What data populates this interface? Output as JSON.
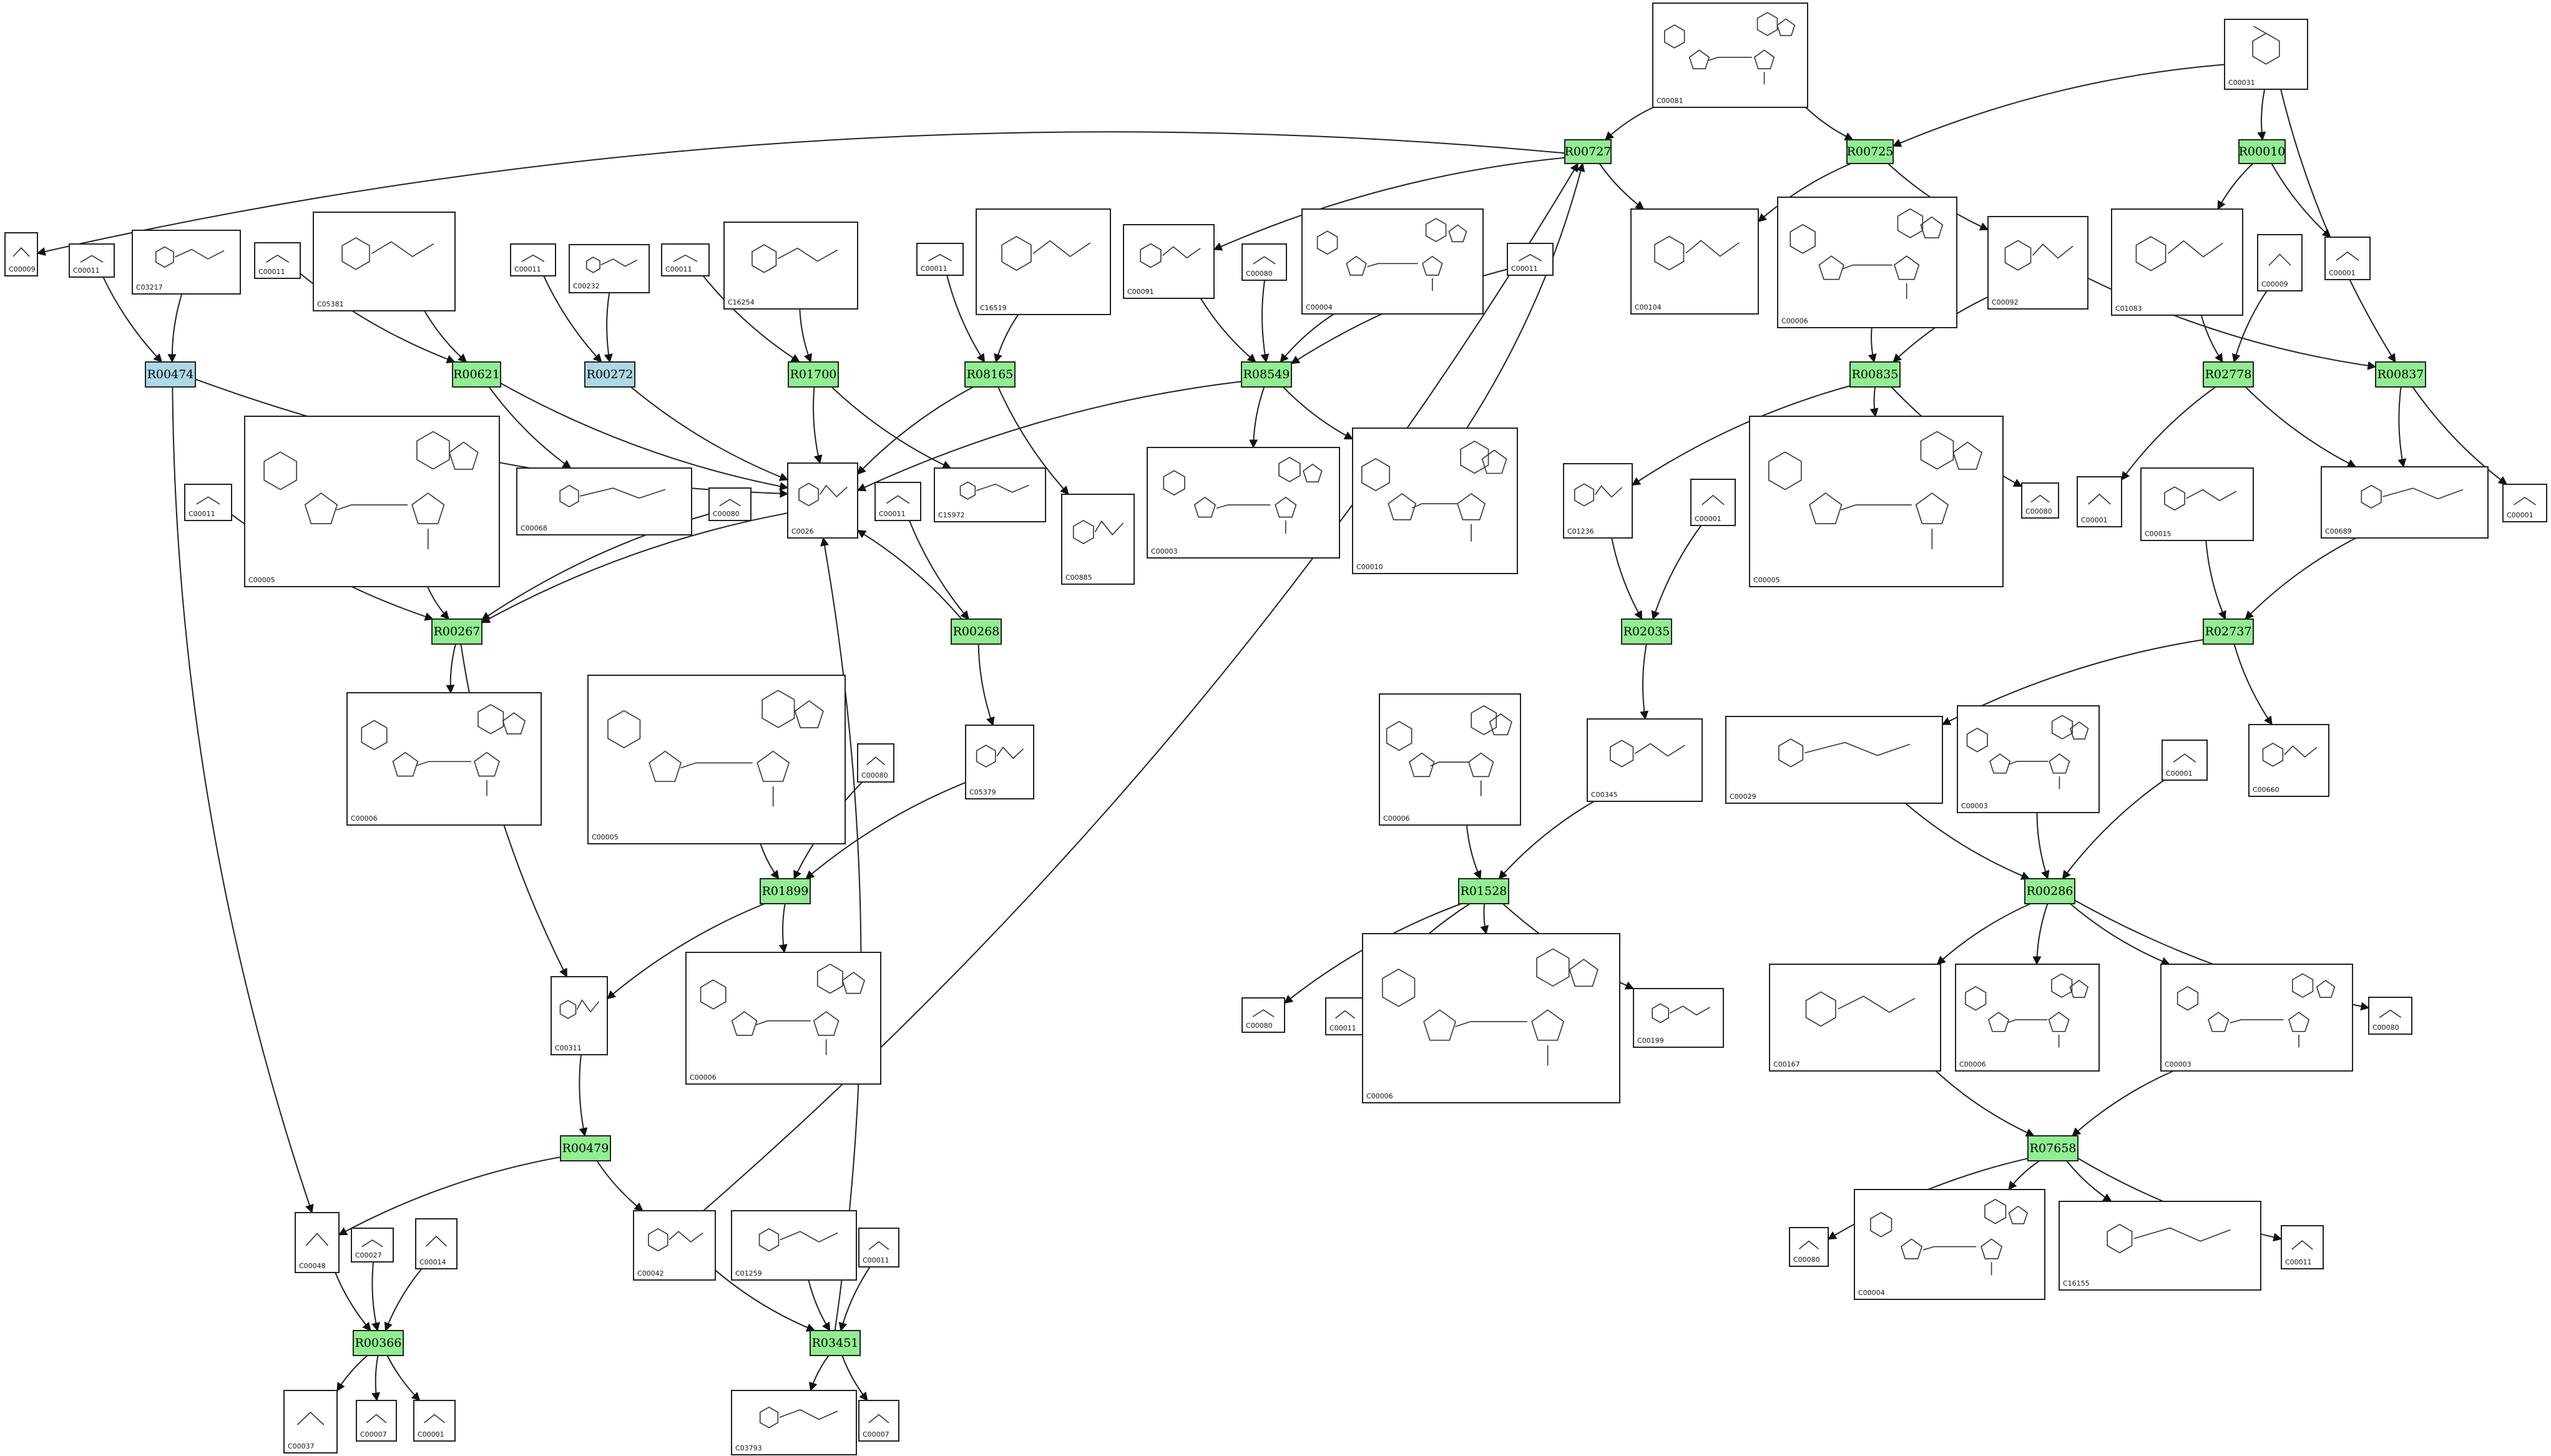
{
  "colors": {
    "reaction_green": "#90ee90",
    "reaction_blue": "#add8e6",
    "edge": "#222222"
  },
  "compounds": [
    {
      "id": "c00081",
      "label": "C00081"
    },
    {
      "id": "c00031",
      "label": "C00031"
    },
    {
      "id": "c00009a",
      "label": "C00009"
    },
    {
      "id": "c00011a",
      "label": "C00011"
    },
    {
      "id": "c03217",
      "label": "C03217"
    },
    {
      "id": "c00011b",
      "label": "C00011"
    },
    {
      "id": "c05381",
      "label": "C05381"
    },
    {
      "id": "c00011c",
      "label": "C00011"
    },
    {
      "id": "c00232",
      "label": "C00232"
    },
    {
      "id": "c00011d",
      "label": "C00011"
    },
    {
      "id": "c16254",
      "label": "C16254"
    },
    {
      "id": "c00011e",
      "label": "C00011"
    },
    {
      "id": "c16519",
      "label": "C16519"
    },
    {
      "id": "c00091",
      "label": "C00091"
    },
    {
      "id": "c00080a",
      "label": "C00080"
    },
    {
      "id": "c00004a",
      "label": "C00004"
    },
    {
      "id": "c00011f",
      "label": "C00011"
    },
    {
      "id": "c00104",
      "label": "C00104"
    },
    {
      "id": "c00006a",
      "label": "C00006"
    },
    {
      "id": "c00092",
      "label": "C00092"
    },
    {
      "id": "c01083",
      "label": "C01083"
    },
    {
      "id": "c00009b",
      "label": "C00009"
    },
    {
      "id": "c00001a",
      "label": "C00001"
    },
    {
      "id": "c00005a",
      "label": "C00005"
    },
    {
      "id": "c00068",
      "label": "C00068"
    },
    {
      "id": "c00080b",
      "label": "C00080"
    },
    {
      "id": "c0026",
      "label": "C0026"
    },
    {
      "id": "c00011g",
      "label": "C00011"
    },
    {
      "id": "c15972",
      "label": "C15972"
    },
    {
      "id": "c00885",
      "label": "C00885"
    },
    {
      "id": "c00003a",
      "label": "C00003"
    },
    {
      "id": "c00010",
      "label": "C00010"
    },
    {
      "id": "c01236",
      "label": "C01236"
    },
    {
      "id": "c00001b",
      "label": "C00001"
    },
    {
      "id": "c00005b",
      "label": "C00005"
    },
    {
      "id": "c00080c",
      "label": "C00080"
    },
    {
      "id": "c00001c",
      "label": "C00001"
    },
    {
      "id": "c00015",
      "label": "C00015"
    },
    {
      "id": "c00689",
      "label": "C00689"
    },
    {
      "id": "c00001d",
      "label": "C00001"
    },
    {
      "id": "c00011h",
      "label": "C00011"
    },
    {
      "id": "c00006b",
      "label": "C00006"
    },
    {
      "id": "c00005c",
      "label": "C00005"
    },
    {
      "id": "c00080d",
      "label": "C00080"
    },
    {
      "id": "c05379",
      "label": "C05379"
    },
    {
      "id": "c00006c",
      "label": "C00006"
    },
    {
      "id": "c00345",
      "label": "C00345"
    },
    {
      "id": "c00029",
      "label": "C00029"
    },
    {
      "id": "c00003b",
      "label": "C00003"
    },
    {
      "id": "c00001e",
      "label": "C00001"
    },
    {
      "id": "c00660",
      "label": "C00660"
    },
    {
      "id": "c00006d",
      "label": "C00006"
    },
    {
      "id": "c00311",
      "label": "C00311"
    },
    {
      "id": "c00080e",
      "label": "C00080"
    },
    {
      "id": "c00011i",
      "label": "C00011"
    },
    {
      "id": "c00006e",
      "label": "C00006"
    },
    {
      "id": "c00199",
      "label": "C00199"
    },
    {
      "id": "c00167",
      "label": "C00167"
    },
    {
      "id": "c00006f",
      "label": "C00006"
    },
    {
      "id": "c00003c",
      "label": "C00003"
    },
    {
      "id": "c00080f",
      "label": "C00080"
    },
    {
      "id": "c00048",
      "label": "C00048"
    },
    {
      "id": "c00027",
      "label": "C00027"
    },
    {
      "id": "c00014",
      "label": "C00014"
    },
    {
      "id": "c00042",
      "label": "C00042"
    },
    {
      "id": "c01259",
      "label": "C01259"
    },
    {
      "id": "c00011j",
      "label": "C00011"
    },
    {
      "id": "c00080g",
      "label": "C00080"
    },
    {
      "id": "c00004b",
      "label": "C00004"
    },
    {
      "id": "c16155",
      "label": "C16155"
    },
    {
      "id": "c00011k",
      "label": "C00011"
    },
    {
      "id": "c00037",
      "label": "C00037"
    },
    {
      "id": "c00007a",
      "label": "C00007"
    },
    {
      "id": "c00001f",
      "label": "C00001"
    },
    {
      "id": "c03793",
      "label": "C03793"
    },
    {
      "id": "c00007b",
      "label": "C00007"
    }
  ],
  "reactions": [
    {
      "id": "r00727",
      "label": "R00727"
    },
    {
      "id": "r00725",
      "label": "R00725"
    },
    {
      "id": "r00010",
      "label": "R00010"
    },
    {
      "id": "r00474",
      "label": "R00474"
    },
    {
      "id": "r00621",
      "label": "R00621"
    },
    {
      "id": "r00272",
      "label": "R00272"
    },
    {
      "id": "r01700",
      "label": "R01700"
    },
    {
      "id": "r08165",
      "label": "R08165"
    },
    {
      "id": "r08549",
      "label": "R08549"
    },
    {
      "id": "r00835",
      "label": "R00835"
    },
    {
      "id": "r02778",
      "label": "R02778"
    },
    {
      "id": "r00837",
      "label": "R00837"
    },
    {
      "id": "r00267",
      "label": "R00267"
    },
    {
      "id": "r00268",
      "label": "R00268"
    },
    {
      "id": "r02035",
      "label": "R02035"
    },
    {
      "id": "r02737",
      "label": "R02737"
    },
    {
      "id": "r01899",
      "label": "R01899"
    },
    {
      "id": "r01528",
      "label": "R01528"
    },
    {
      "id": "r00286",
      "label": "R00286"
    },
    {
      "id": "r00479",
      "label": "R00479"
    },
    {
      "id": "r07658",
      "label": "R07658"
    },
    {
      "id": "r00366",
      "label": "R00366"
    },
    {
      "id": "r03451",
      "label": "R03451"
    }
  ]
}
